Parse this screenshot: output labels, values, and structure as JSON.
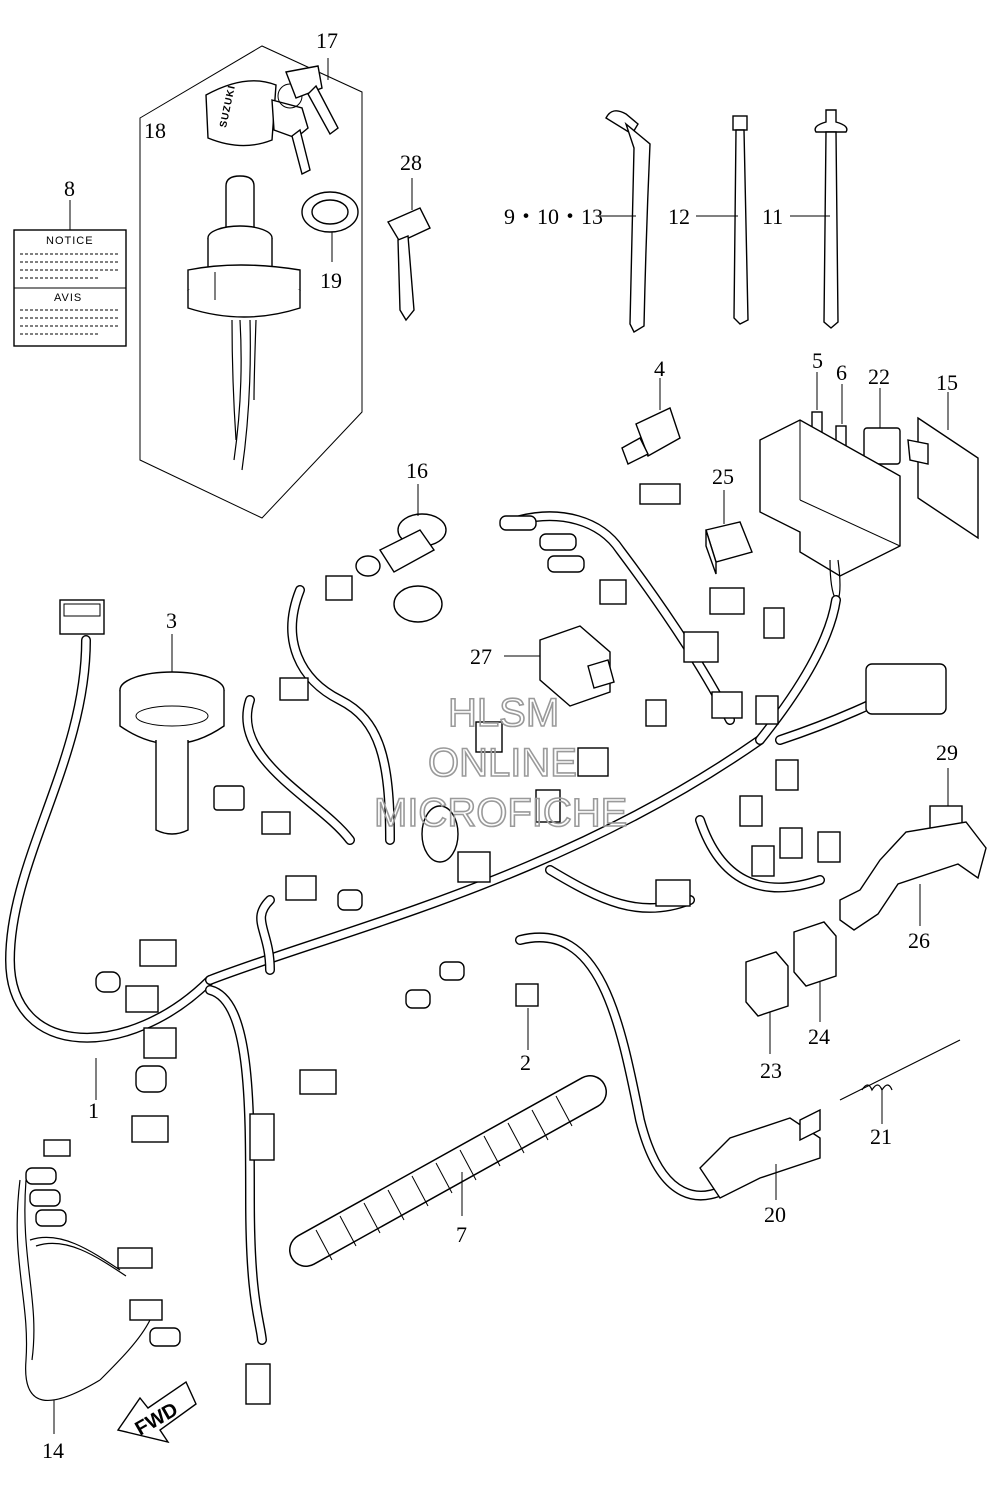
{
  "callouts": {
    "p1": "1",
    "p2": "2",
    "p3": "3",
    "p4": "4",
    "p5": "5",
    "p6": "6",
    "p7": "7",
    "p8": "8",
    "p9_10_13": "9・10・13",
    "p11": "11",
    "p12": "12",
    "p14": "14",
    "p15": "15",
    "p16": "16",
    "p17": "17",
    "p18": "18",
    "p19": "19",
    "p20": "20",
    "p21": "21",
    "p22": "22",
    "p23": "23",
    "p24": "24",
    "p25": "25",
    "p26": "26",
    "p27": "27",
    "p28": "28",
    "p29": "29"
  },
  "label_card": {
    "top_text": "NOTICE",
    "bottom_text": "AVIS"
  },
  "key_brand": "SUZUKI",
  "fwd_arrow": "FWD",
  "watermark": {
    "line1": "HLSM",
    "line2": "ONLINE",
    "line3": "MICROFICHE"
  }
}
